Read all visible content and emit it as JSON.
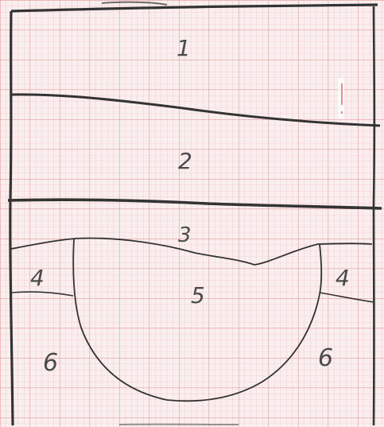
{
  "paper": {
    "background": "#fbeeee",
    "minor_grid_color": "#eeb7b7",
    "major_grid_color": "#e39a9a"
  },
  "ink_color": "#333333",
  "regions": [
    {
      "id": "1",
      "label": "1"
    },
    {
      "id": "2",
      "label": "2"
    },
    {
      "id": "3",
      "label": "3"
    },
    {
      "id": "4-left",
      "label": "4"
    },
    {
      "id": "4-right",
      "label": "4"
    },
    {
      "id": "5",
      "label": "5"
    },
    {
      "id": "6-left",
      "label": "6"
    },
    {
      "id": "6-right",
      "label": "6"
    }
  ]
}
